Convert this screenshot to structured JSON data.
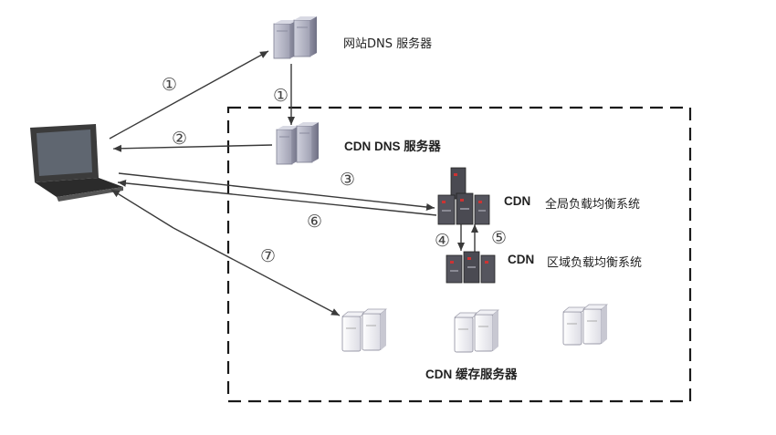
{
  "labels": {
    "website_dns": "网站DNS 服务器",
    "cdn_dns": "CDN DNS 服务器",
    "cdn_global_prefix": "CDN",
    "cdn_global": "全局负载均衡系统",
    "cdn_regional_prefix": "CDN",
    "cdn_regional": "区域负载均衡系统",
    "cdn_cache": "CDN  缓存服务器"
  },
  "steps": {
    "s1a": "①",
    "s1b": "①",
    "s2": "②",
    "s3": "③",
    "s4": "④",
    "s5": "⑤",
    "s6": "⑥",
    "s7": "⑦"
  },
  "colors": {
    "line": "#3a3a3a",
    "box_dash": "#1a1a1a",
    "server_gray": "#b9b9c7",
    "server_red": "#8a2a2a"
  },
  "icons": [
    "laptop-icon",
    "server-icon",
    "load-balancer-icon",
    "cache-server-icon"
  ]
}
